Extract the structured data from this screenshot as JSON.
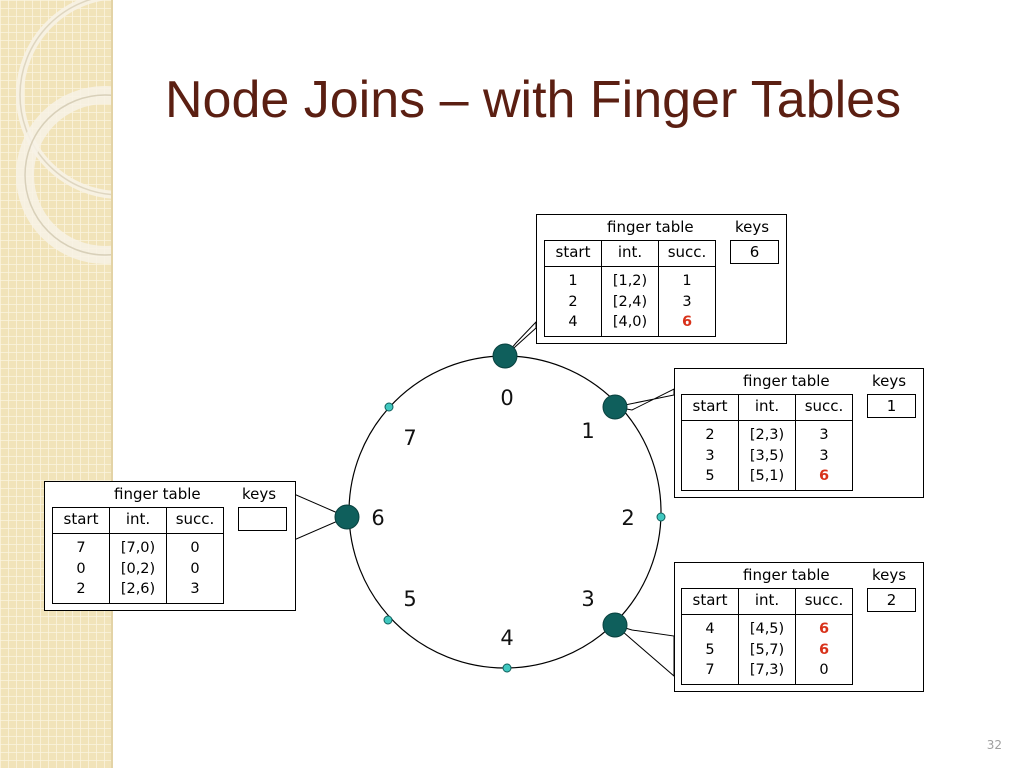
{
  "title": "Node Joins – with Finger Tables",
  "page_number": "32",
  "colors": {
    "title": "#5b1f12",
    "node_fill": "#0f5f5c",
    "point_fill": "#40c8c0",
    "highlight": "#d8321a"
  },
  "ring": {
    "labels": [
      "0",
      "1",
      "2",
      "3",
      "4",
      "5",
      "6",
      "7"
    ],
    "active_nodes": [
      "0",
      "1",
      "3",
      "6"
    ]
  },
  "finger_tables": {
    "n0": {
      "title": "finger table",
      "keys_label": "keys",
      "keys": "6",
      "headers": [
        "start",
        "int.",
        "succ."
      ],
      "starts": [
        "1",
        "2",
        "4"
      ],
      "intervals": [
        "[1,2)",
        "[2,4)",
        "[4,0)"
      ],
      "succs": [
        "1",
        "3",
        "6"
      ],
      "highlight": [
        false,
        false,
        true
      ]
    },
    "n1": {
      "title": "finger table",
      "keys_label": "keys",
      "keys": "1",
      "headers": [
        "start",
        "int.",
        "succ."
      ],
      "starts": [
        "2",
        "3",
        "5"
      ],
      "intervals": [
        "[2,3)",
        "[3,5)",
        "[5,1)"
      ],
      "succs": [
        "3",
        "3",
        "6"
      ],
      "highlight": [
        false,
        false,
        true
      ]
    },
    "n3": {
      "title": "finger table",
      "keys_label": "keys",
      "keys": "2",
      "headers": [
        "start",
        "int.",
        "succ."
      ],
      "starts": [
        "4",
        "5",
        "7"
      ],
      "intervals": [
        "[4,5)",
        "[5,7)",
        "[7,3)"
      ],
      "succs": [
        "6",
        "6",
        "0"
      ],
      "highlight": [
        true,
        true,
        false
      ]
    },
    "n6": {
      "title": "finger table",
      "keys_label": "keys",
      "keys": "",
      "headers": [
        "start",
        "int.",
        "succ."
      ],
      "starts": [
        "7",
        "0",
        "2"
      ],
      "intervals": [
        "[7,0)",
        "[0,2)",
        "[2,6)"
      ],
      "succs": [
        "0",
        "0",
        "3"
      ],
      "highlight": [
        false,
        false,
        false
      ]
    }
  }
}
